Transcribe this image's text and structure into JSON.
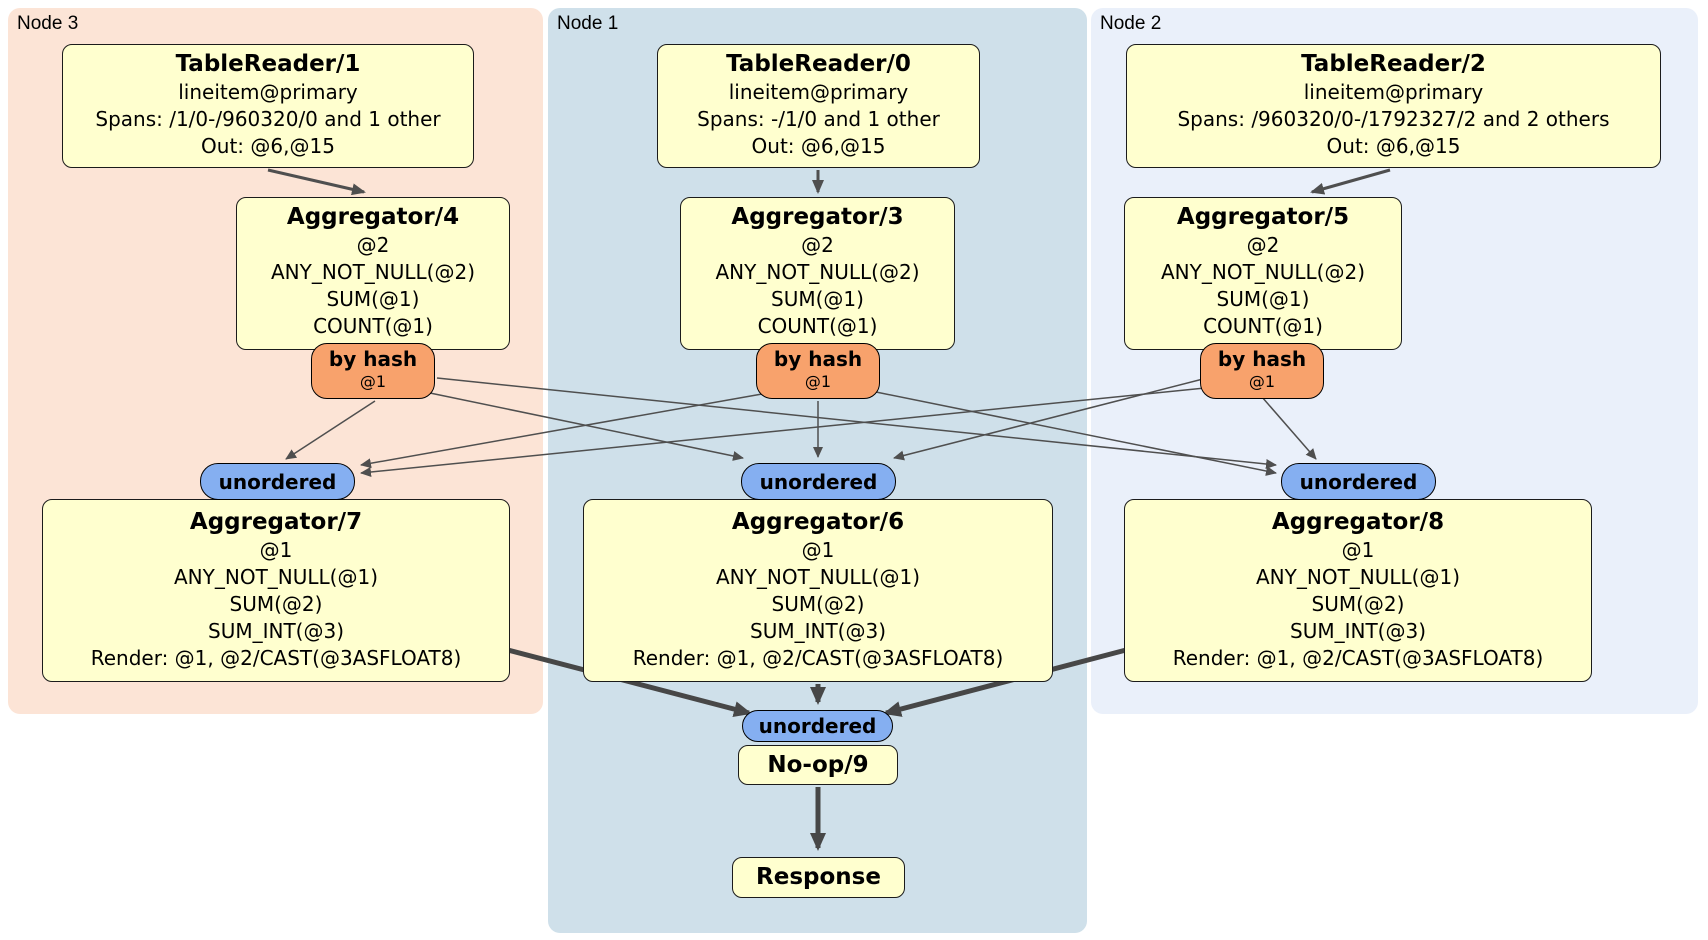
{
  "colors": {
    "canvas_bg": "#ffffff",
    "node3_bg": "#fce4d6",
    "node1_bg": "#cfe0ea",
    "node2_bg": "#eaf0fa",
    "process_box_bg": "#ffffcf",
    "process_box_border": "#1b1b1b",
    "hash_router_bg": "#f8a26c",
    "sync_pill_bg": "#85aff1",
    "edge_thin": "#4f4f4f",
    "edge_thick": "#474747",
    "text": "#000000"
  },
  "regions": {
    "node3": {
      "label": "Node 3"
    },
    "node1": {
      "label": "Node 1"
    },
    "node2": {
      "label": "Node 2"
    }
  },
  "processors": {
    "tablereader1": {
      "title": "TableReader/1",
      "lines": [
        "lineitem@primary",
        "Spans: /1/0-/960320/0 and 1 other",
        "Out: @6,@15"
      ]
    },
    "tablereader0": {
      "title": "TableReader/0",
      "lines": [
        "lineitem@primary",
        "Spans: -/1/0 and 1 other",
        "Out: @6,@15"
      ]
    },
    "tablereader2": {
      "title": "TableReader/2",
      "lines": [
        "lineitem@primary",
        "Spans: /960320/0-/1792327/2 and 2 others",
        "Out: @6,@15"
      ]
    },
    "aggregator4": {
      "title": "Aggregator/4",
      "lines": [
        "@2",
        "ANY_NOT_NULL(@2)",
        "SUM(@1)",
        "COUNT(@1)"
      ]
    },
    "aggregator3": {
      "title": "Aggregator/3",
      "lines": [
        "@2",
        "ANY_NOT_NULL(@2)",
        "SUM(@1)",
        "COUNT(@1)"
      ]
    },
    "aggregator5": {
      "title": "Aggregator/5",
      "lines": [
        "@2",
        "ANY_NOT_NULL(@2)",
        "SUM(@1)",
        "COUNT(@1)"
      ]
    },
    "aggregator7": {
      "title": "Aggregator/7",
      "lines": [
        "@1",
        "ANY_NOT_NULL(@1)",
        "SUM(@2)",
        "SUM_INT(@3)",
        "Render: @1, @2/CAST(@3ASFLOAT8)"
      ]
    },
    "aggregator6": {
      "title": "Aggregator/6",
      "lines": [
        "@1",
        "ANY_NOT_NULL(@1)",
        "SUM(@2)",
        "SUM_INT(@3)",
        "Render: @1, @2/CAST(@3ASFLOAT8)"
      ]
    },
    "aggregator8": {
      "title": "Aggregator/8",
      "lines": [
        "@1",
        "ANY_NOT_NULL(@1)",
        "SUM(@2)",
        "SUM_INT(@3)",
        "Render: @1, @2/CAST(@3ASFLOAT8)"
      ]
    },
    "noop9": {
      "title": "No-op/9"
    },
    "response": {
      "title": "Response"
    }
  },
  "routers": {
    "by_hash": {
      "label": "by hash",
      "key": "@1"
    },
    "sync": {
      "label": "unordered"
    }
  }
}
